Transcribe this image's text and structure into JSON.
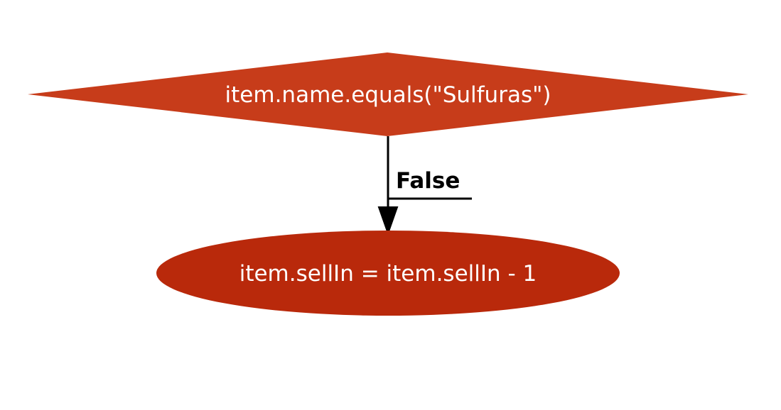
{
  "diagram": {
    "decision_node": {
      "label": "item.name.equals(\"Sulfuras\")",
      "shape": "diamond",
      "fill_color": "#c73c1a"
    },
    "action_node": {
      "label": "item.sellIn = item.sellIn - 1",
      "shape": "ellipse",
      "fill_color": "#b9290b"
    },
    "edge": {
      "from": "decision_node",
      "to": "action_node",
      "label": "False",
      "color": "#000000"
    }
  }
}
